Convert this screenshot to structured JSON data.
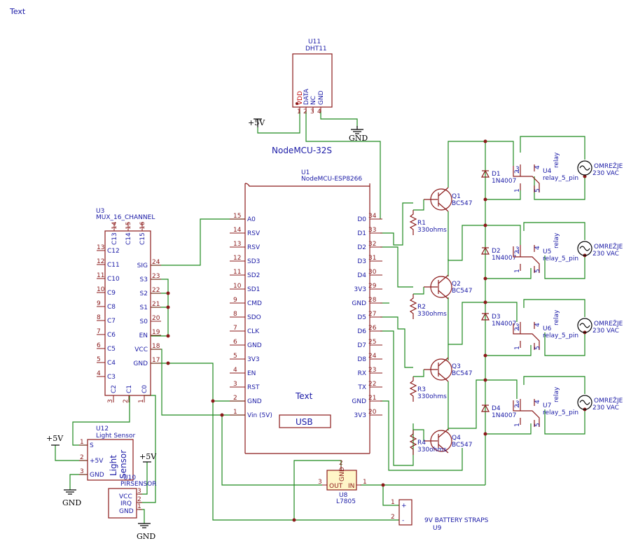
{
  "corner_text": "Text",
  "title_nodemcu": "NodeMCU-32S",
  "mcu": {
    "ref": "U1",
    "value": "NodeMCU-ESP8266",
    "center_text": "Text",
    "usb_label": "USB",
    "left_pins": [
      {
        "num": "15",
        "name": "A0"
      },
      {
        "num": "14",
        "name": "RSV"
      },
      {
        "num": "13",
        "name": "RSV"
      },
      {
        "num": "12",
        "name": "SD3"
      },
      {
        "num": "11",
        "name": "SD2"
      },
      {
        "num": "10",
        "name": "SD1"
      },
      {
        "num": "9",
        "name": "CMD"
      },
      {
        "num": "8",
        "name": "SDO"
      },
      {
        "num": "7",
        "name": "CLK"
      },
      {
        "num": "6",
        "name": "GND"
      },
      {
        "num": "5",
        "name": "3V3"
      },
      {
        "num": "4",
        "name": "EN"
      },
      {
        "num": "3",
        "name": "RST"
      },
      {
        "num": "2",
        "name": "GND"
      },
      {
        "num": "1",
        "name": "Vin (5V)"
      }
    ],
    "right_pins": [
      {
        "num": "34",
        "name": "D0"
      },
      {
        "num": "33",
        "name": "D1"
      },
      {
        "num": "32",
        "name": "D2"
      },
      {
        "num": "31",
        "name": "D3"
      },
      {
        "num": "30",
        "name": "D4"
      },
      {
        "num": "29",
        "name": "3V3"
      },
      {
        "num": "28",
        "name": "GND"
      },
      {
        "num": "27",
        "name": "D5"
      },
      {
        "num": "26",
        "name": "D6"
      },
      {
        "num": "25",
        "name": "D7"
      },
      {
        "num": "24",
        "name": "D8"
      },
      {
        "num": "23",
        "name": "RX"
      },
      {
        "num": "22",
        "name": "TX"
      },
      {
        "num": "21",
        "name": "GND"
      },
      {
        "num": "20",
        "name": "3V3"
      }
    ]
  },
  "mux": {
    "ref": "U3",
    "value": "MUX_16_CHANNEL",
    "top_pins": [
      {
        "num": "14",
        "name": "C13"
      },
      {
        "num": "15",
        "name": "C14"
      },
      {
        "num": "16",
        "name": "C15"
      }
    ],
    "left_pins": [
      {
        "num": "13",
        "name": "C12"
      },
      {
        "num": "12",
        "name": "C11"
      },
      {
        "num": "11",
        "name": "C10"
      },
      {
        "num": "10",
        "name": "C9"
      },
      {
        "num": "9",
        "name": "C8"
      },
      {
        "num": "8",
        "name": "C7"
      },
      {
        "num": "7",
        "name": "C6"
      },
      {
        "num": "6",
        "name": "C5"
      },
      {
        "num": "5",
        "name": "C4"
      },
      {
        "num": "4",
        "name": "C3"
      }
    ],
    "right_pins": [
      {
        "num": "24",
        "name": "SIG"
      },
      {
        "num": "23",
        "name": "S3"
      },
      {
        "num": "22",
        "name": "S2"
      },
      {
        "num": "21",
        "name": "S1"
      },
      {
        "num": "20",
        "name": "S0"
      },
      {
        "num": "19",
        "name": "EN"
      },
      {
        "num": "18",
        "name": "VCC"
      },
      {
        "num": "17",
        "name": "GND"
      }
    ],
    "bottom_pins": [
      {
        "num": "3",
        "name": "C2"
      },
      {
        "num": "2",
        "name": "C1"
      },
      {
        "num": "1",
        "name": "C0"
      }
    ]
  },
  "dht": {
    "ref": "U11",
    "value": "DHT11",
    "pins": [
      {
        "num": "1",
        "name": "VDD"
      },
      {
        "num": "2",
        "name": "DATA"
      },
      {
        "num": "3",
        "name": "NC"
      },
      {
        "num": "4",
        "name": "GND"
      }
    ]
  },
  "light_sensor": {
    "ref": "U12",
    "value": "Light Sensor",
    "body_line1": "Light",
    "body_line2": "Sensor",
    "pins": [
      {
        "num": "1",
        "name": "S"
      },
      {
        "num": "2",
        "name": "+5V"
      },
      {
        "num": "3",
        "name": "GND"
      }
    ]
  },
  "pir": {
    "ref": "U10",
    "value": "PIRSENSOR",
    "pins": [
      {
        "num": "3",
        "name": "VCC"
      },
      {
        "num": "2",
        "name": "IRQ"
      },
      {
        "num": "1",
        "name": "GND"
      }
    ]
  },
  "regulator": {
    "ref": "U8",
    "value": "L7805",
    "out": "OUT",
    "in": "IN",
    "gnd": "GND",
    "pin_out": "3",
    "pin_in": "1",
    "pin_gnd": "2"
  },
  "battery": {
    "ref": "U9",
    "value": "9V BATTERY STRAPS",
    "plus": "+",
    "minus": "-",
    "pin1": "1",
    "pin2": "2"
  },
  "power": {
    "v5": "+5V",
    "gnd": "GND"
  },
  "transistors": [
    {
      "ref": "Q1",
      "value": "BC547"
    },
    {
      "ref": "Q2",
      "value": "BC547"
    },
    {
      "ref": "Q3",
      "value": "BC547"
    },
    {
      "ref": "Q4",
      "value": "BC547"
    }
  ],
  "resistors": [
    {
      "ref": "R1",
      "value": "330ohms"
    },
    {
      "ref": "R2",
      "value": "330ohms"
    },
    {
      "ref": "R3",
      "value": "330ohms"
    },
    {
      "ref": "R4",
      "value": "330ohms"
    }
  ],
  "diodes": [
    {
      "ref": "D1",
      "value": "1N4007"
    },
    {
      "ref": "D2",
      "value": "1N4007"
    },
    {
      "ref": "D3",
      "value": "1N4007"
    },
    {
      "ref": "D4",
      "value": "1N4007"
    }
  ],
  "relays": [
    {
      "ref": "U4",
      "value": "relay_5_pin",
      "type": "relay",
      "pins": [
        "1",
        "2",
        "3",
        "4",
        "5"
      ]
    },
    {
      "ref": "U5",
      "value": "relay_5_pin",
      "type": "relay",
      "pins": [
        "1",
        "2",
        "3",
        "4",
        "5"
      ]
    },
    {
      "ref": "U6",
      "value": "relay_5_pin",
      "type": "relay",
      "pins": [
        "1",
        "2",
        "3",
        "4",
        "5"
      ]
    },
    {
      "ref": "U7",
      "value": "relay_5_pin",
      "type": "relay",
      "pins": [
        "1",
        "2",
        "3",
        "4",
        "5"
      ]
    }
  ],
  "mains": {
    "label": "OMREŽJE",
    "voltage": "230 VAC"
  }
}
